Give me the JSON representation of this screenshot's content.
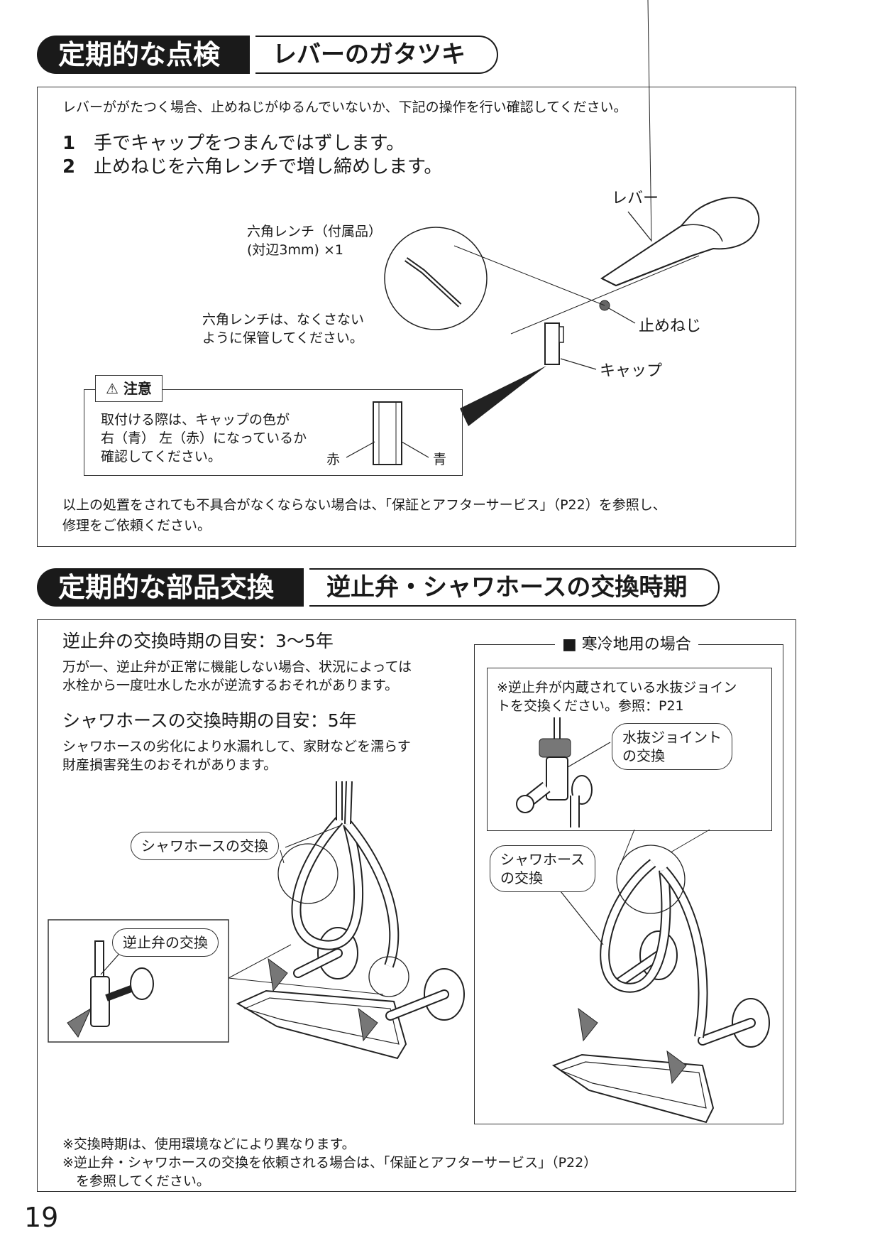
{
  "section1": {
    "title": "定期的な点検",
    "subtitle": "レバーのガタツキ",
    "intro": "レバーががたつく場合、止めねじがゆるんでいないか、下記の操作を行い確認してください。",
    "steps": [
      {
        "num": "1",
        "text": "手でキャップをつまんではずします。"
      },
      {
        "num": "2",
        "text": "止めねじを六角レンチで増し締めします。"
      }
    ],
    "labels": {
      "lever": "レバー",
      "wrench_line1": "六角レンチ（付属品）",
      "wrench_line2": "(対辺3mm) ×1",
      "keep_line1": "六角レンチは、なくさない",
      "keep_line2": "ように保管してください。",
      "set_screw": "止めねじ",
      "cap": "キャップ"
    },
    "caution": {
      "tag": "注意",
      "line1": "取付ける際は、キャップの色が",
      "line2": "右（青） 左（赤）になっているか",
      "line3": "確認してください。",
      "red": "赤",
      "blue": "青"
    },
    "footer_line1": "以上の処置をされても不具合がなくならない場合は、「保証とアフターサービス」（P22）を参照し、",
    "footer_line2": "修理をご依頼ください。"
  },
  "section2": {
    "title": "定期的な部品交換",
    "subtitle": "逆止弁・シャワホースの交換時期",
    "check_valve_heading": "逆止弁の交換時期の目安：3〜5年",
    "check_valve_line1": "万が一、逆止弁が正常に機能しない場合、状況によっては",
    "check_valve_line2": "水栓から一度吐水した水が逆流するおそれがあります。",
    "hose_heading": "シャワホースの交換時期の目安：5年",
    "hose_line1": "シャワホースの劣化により水漏れして、家財などを濡らす",
    "hose_line2": "財産損害発生のおそれがあります。",
    "callout_hose": "シャワホースの交換",
    "callout_valve": "逆止弁の交換",
    "cold_region": {
      "heading": "■ 寒冷地用の場合",
      "note_line1": "※逆止弁が内蔵されている水抜ジョイン",
      "note_line2": "トを交換ください。参照：P21",
      "callout_joint_line1": "水抜ジョイント",
      "callout_joint_line2": "の交換",
      "callout_hose_line1": "シャワホース",
      "callout_hose_line2": "の交換"
    },
    "notes": [
      "※交換時期は、使用環境などにより異なります。",
      "※逆止弁・シャワホースの交換を依頼される場合は、「保証とアフターサービス」（P22）",
      "　を参照してください。"
    ]
  },
  "page_number": "19"
}
